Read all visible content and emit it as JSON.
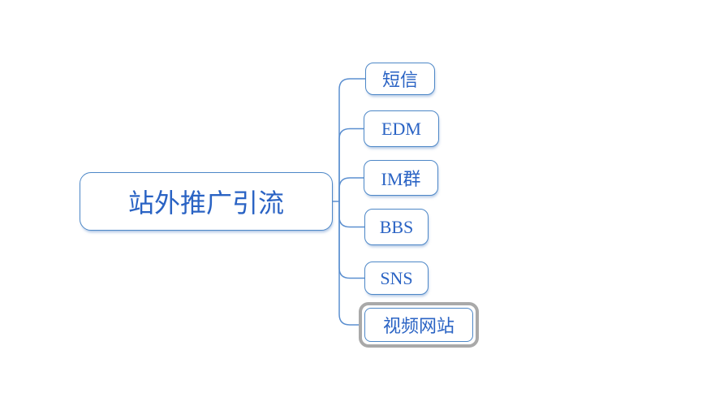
{
  "mindmap": {
    "root": {
      "label": "站外推广引流"
    },
    "children": [
      {
        "label": "短信"
      },
      {
        "label": "EDM"
      },
      {
        "label": "IM群"
      },
      {
        "label": "BBS"
      },
      {
        "label": "SNS"
      },
      {
        "label": "视频网站",
        "selected": true
      }
    ],
    "selected_node": "视频网站",
    "colors": {
      "node_border": "#4d87c7",
      "node_text": "#2a63c4",
      "connector": "#5b8fd0",
      "selection_ring": "#a9a9a9",
      "background": "#ffffff"
    }
  }
}
